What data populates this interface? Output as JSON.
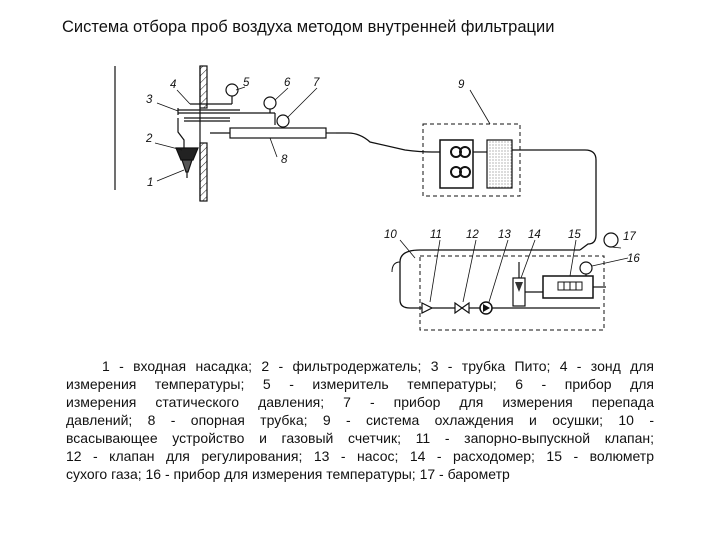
{
  "title": "Система отбора проб воздуха методом внутренней фильтрации",
  "diagram": {
    "labels": [
      "1",
      "2",
      "3",
      "4",
      "5",
      "6",
      "7",
      "8",
      "9",
      "10",
      "11",
      "12",
      "13",
      "14",
      "15",
      "16",
      "17"
    ]
  },
  "caption": {
    "lines": [
      "1 - входная насадка; 2 - фильтродержатель; 3 - трубка Пито; 4 - зонд для",
      "измерения температуры; 5 - измеритель температуры; 6 - прибор для",
      "измерения статического давления; 7 - прибор для измерения перепада",
      "давлений; 8 - опорная трубка; 9 - система охлаждения и осушки; 10 -",
      "всасывающее устройство и газовый счетчик; 11 - запорно-выпускной клапан;",
      "12 - клапан для регулирования; 13 - насос; 14 - расходомер; 15 - волюметр",
      "сухого газа; 16 - прибор для измерения температуры; 17 - барометр"
    ]
  }
}
